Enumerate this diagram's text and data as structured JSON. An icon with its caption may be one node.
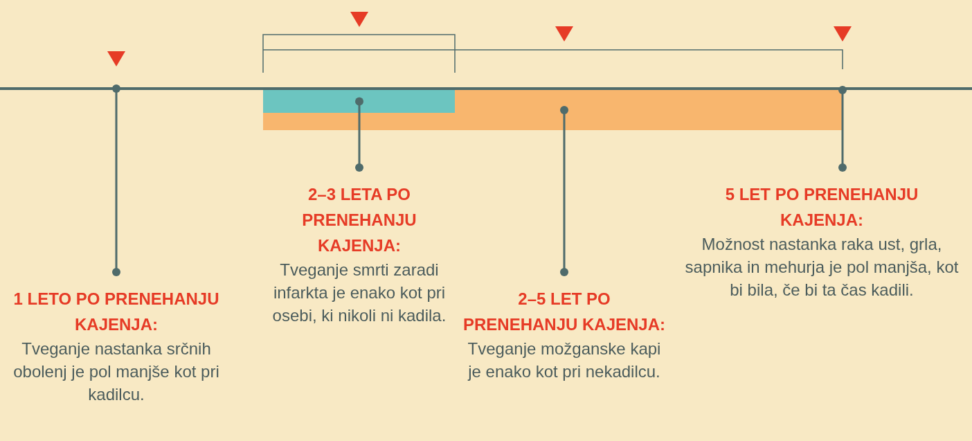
{
  "diagram": {
    "nodes": [
      {
        "text": [
          "1 LETO PO PRENEHANJU KAJENJA:",
          "Tveganje nastanka srčnih obolenj je pol manjše kot pri kadilcu."
        ]
      },
      {
        "text": [
          "2–3 LETA PO PRENEHANJU KAJENJA:",
          "Tveganje smrti zaradi infarkta je enako kot pri osebi, ki nikoli ni kadila."
        ]
      },
      {
        "text": [
          "2–5 LET PO PRENEHANJU KAJENJA:",
          "Tveganje možganske kapi je enako kot pri nekadilcu."
        ]
      },
      {
        "text": [
          "5 LET PO PRENEHANJU KAJENJA:",
          "Možnost nastanka raka ust, grla, sapnika in mehurja je pol manjša, kot bi bila, če bi ta čas kadili."
        ]
      },
      {
        "text": [],
        "shape": "bar",
        "in": 5
      },
      {
        "text": [],
        "shape": "bar"
      }
    ],
    "edges": [
      {
        "from": 0,
        "to": null,
        "arrow": "other"
      },
      {
        "from": 1,
        "to": 4,
        "arrow": "other"
      },
      {
        "from": 2,
        "to": 5,
        "arrow": "other"
      },
      {
        "from": 3,
        "to": 5,
        "arrow": "other"
      }
    ]
  }
}
